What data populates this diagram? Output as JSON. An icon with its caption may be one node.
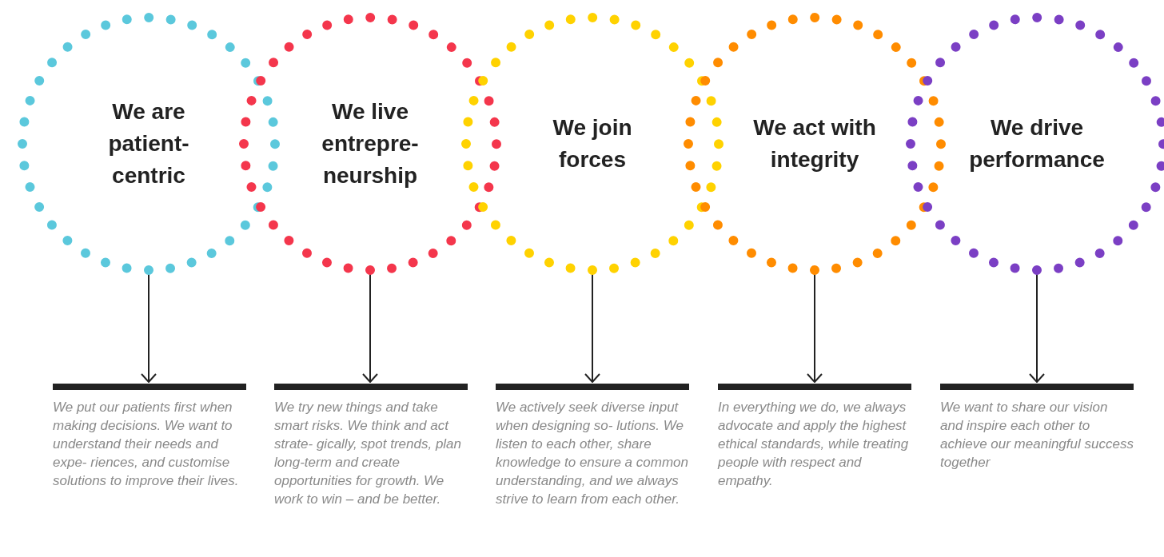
{
  "diagram": {
    "nodes": [
      {
        "text": [
          "We are patient- centric"
        ]
      },
      {
        "text": [
          "We live entrepre- neurship"
        ]
      },
      {
        "text": [
          "We join forces"
        ]
      },
      {
        "text": [
          "We act with integrity"
        ]
      },
      {
        "text": [
          "We drive performance"
        ]
      },
      {
        "text": [
          "We put our patients first when making decisions. We want to understand their needs and expe- riences, and customise solutions to improve their lives."
        ]
      },
      {
        "text": [
          "We try new things and take smart risks. We think and act strate- gically, spot trends, plan long-term and create opportunities for growth. We work to win – and be better."
        ]
      },
      {
        "text": [
          "We actively seek diverse input when designing so- lutions. We listen to each other, share knowledge to ensure a common understanding, and we always strive to learn from each other."
        ]
      },
      {
        "text": [
          "In everything we do, we always advocate and apply the highest ethical standards, while treating people with respect and empathy."
        ]
      },
      {
        "text": [
          "We want to share our vision and inspire each other to achieve our meaningful success together"
        ]
      }
    ],
    "edges": [
      {
        "from": 0,
        "to": 5,
        "arrow": "to"
      },
      {
        "from": 1,
        "to": 6,
        "arrow": "to"
      },
      {
        "from": 2,
        "to": 7,
        "arrow": "to"
      },
      {
        "from": 3,
        "to": 8,
        "arrow": "to"
      },
      {
        "from": 4,
        "to": 9,
        "arrow": "to"
      }
    ]
  }
}
